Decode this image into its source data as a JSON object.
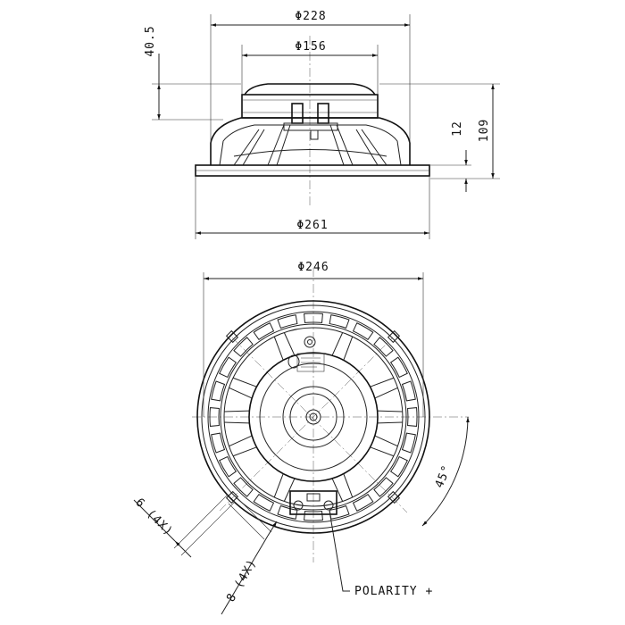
{
  "side_view": {
    "dim_frame_diameter": "Φ228",
    "dim_magnet_diameter": "Φ156",
    "dim_depth_top": "40.5",
    "dim_flange_thickness": "12",
    "dim_total_depth": "109",
    "dim_outer_diameter": "Φ261"
  },
  "front_view": {
    "dim_bolt_circle": "Φ246",
    "dim_hole_width": "6 (4X)",
    "dim_hole_length": "8 (4X)",
    "dim_angle": "45°",
    "polarity_label": "POLARITY +"
  }
}
